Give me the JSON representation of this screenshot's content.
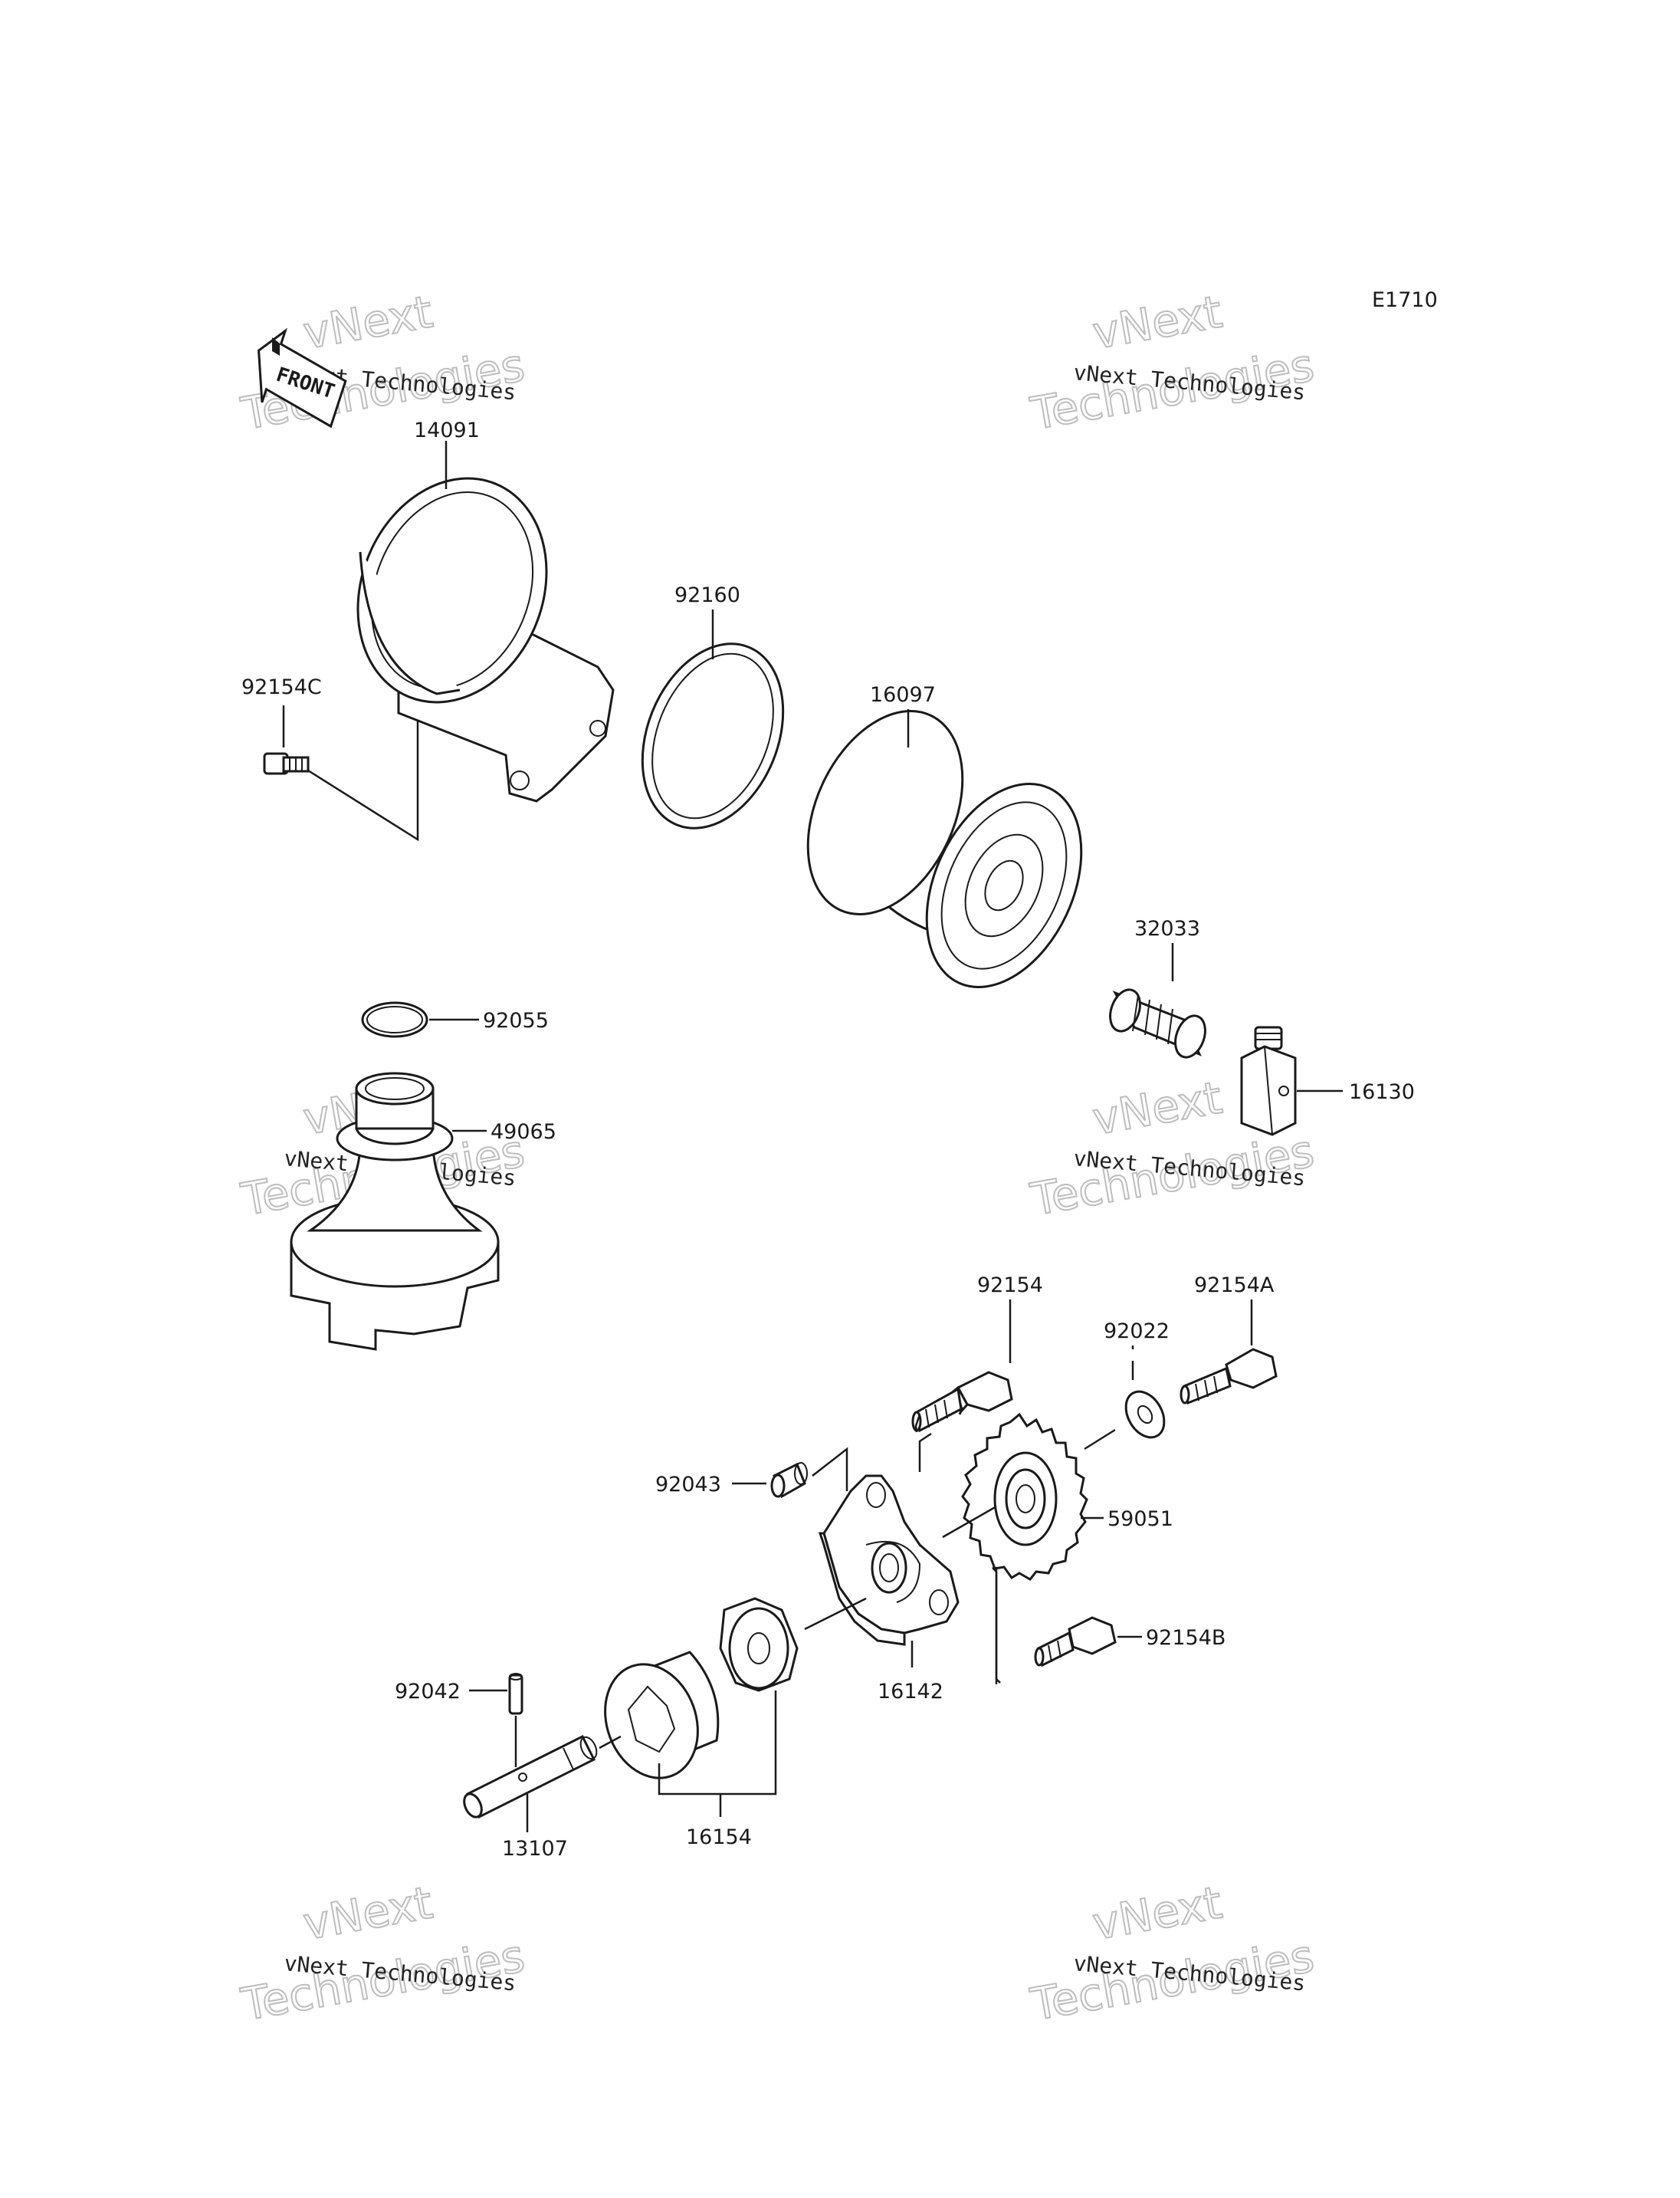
{
  "diagram_code": "E1710",
  "front_label": "FRONT",
  "watermark": {
    "line1": "vNext",
    "line2": "Technologies",
    "small": "vNext Technologies"
  },
  "parts": {
    "p14091": "14091",
    "p92160": "92160",
    "p92154C": "92154C",
    "p16097": "16097",
    "p32033": "32033",
    "p92055": "92055",
    "p49065": "49065",
    "p16130": "16130",
    "p92154": "92154",
    "p92154A": "92154A",
    "p92022": "92022",
    "p92043": "92043",
    "p59051": "59051",
    "p92154B": "92154B",
    "p16142": "16142",
    "p92042": "92042",
    "p16154": "16154",
    "p13107": "13107"
  }
}
